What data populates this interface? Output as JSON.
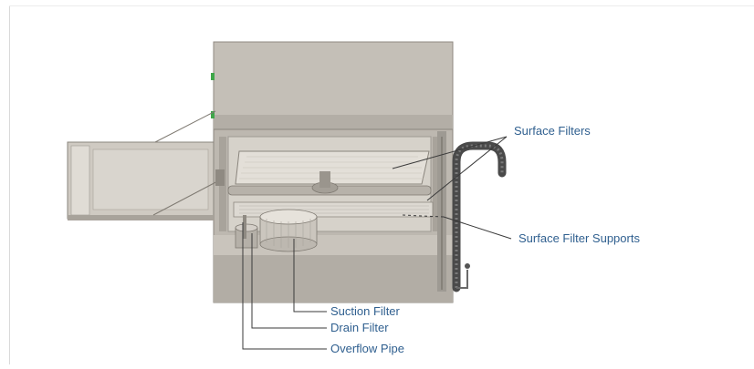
{
  "callouts": {
    "surface_filters": "Surface Filters",
    "surface_filter_supports": "Surface Filter Supports",
    "suction_filter": "Suction Filter",
    "drain_filter": "Drain Filter",
    "overflow_pipe": "Overflow Pipe"
  },
  "colors": {
    "label_text": "#2f5f8f",
    "leader_line": "#3a3a3a",
    "cabinet_body": "#bdb8b0",
    "cabinet_dark": "#9e9a93",
    "interior": "#d6d2ca",
    "door_panel": "#cfcac2",
    "drain_hose": "#4a4a4a",
    "indicator_green": "#3fa64a"
  },
  "icons": [
    "dishwasher-diagram"
  ]
}
